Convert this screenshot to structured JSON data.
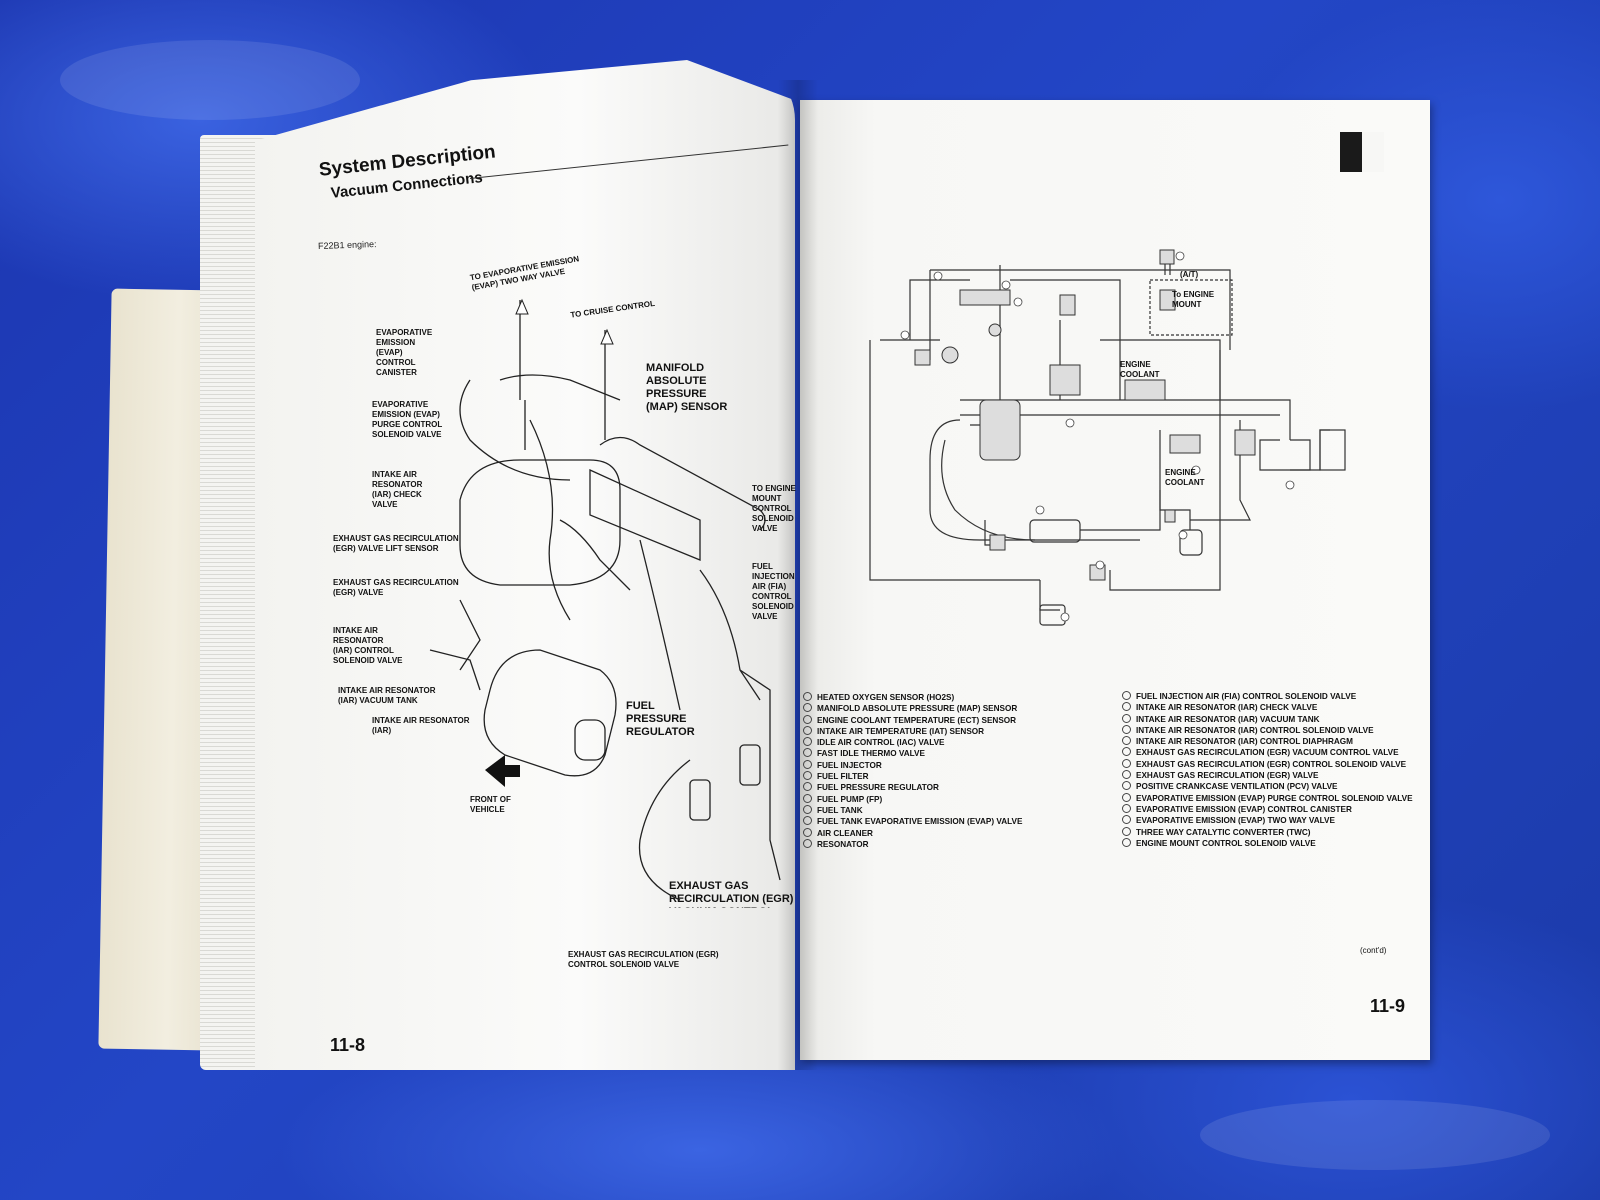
{
  "left_page": {
    "title": "System Description",
    "subtitle": "Vacuum Connections",
    "engine": "F22B1 engine:",
    "page_number": "11-8",
    "labels": {
      "evap_two_way": "To EVAPORATIVE EMISSION (EVAP) TWO WAY VALVE",
      "cruise": "To CRUISE CONTROL",
      "canister": "EVAPORATIVE EMISSION (EVAP) CONTROL CANISTER",
      "map": "MANIFOLD ABSOLUTE PRESSURE (MAP) SENSOR",
      "purge": "EVAPORATIVE EMISSION (EVAP) PURGE CONTROL SOLENOID VALVE",
      "iar_check": "INTAKE AIR RESONATOR (IAR) CHECK VALVE",
      "engine_mount": "To ENGINE MOUNT CONTROL SOLENOID VALVE",
      "egr_lift": "EXHAUST GAS RECIRCULATION (EGR) VALVE LIFT SENSOR",
      "egr_valve": "EXHAUST GAS RECIRCULATION (EGR) VALVE",
      "fia": "FUEL INJECTION AIR (FIA) CONTROL SOLENOID VALVE",
      "iar_solenoid": "INTAKE AIR RESONATOR (IAR) CONTROL SOLENOID VALVE",
      "iar_tank": "INTAKE AIR RESONATOR (IAR) VACUUM TANK",
      "iar": "INTAKE AIR RESONATOR (IAR)",
      "fuel_reg": "FUEL PRESSURE REGULATOR",
      "front": "FRONT OF VEHICLE",
      "egr_vac": "EXHAUST GAS RECIRCULATION (EGR) VACUUM CONTROL VALVE",
      "egr_sol": "EXHAUST GAS RECIRCULATION (EGR) CONTROL SOLENOID VALVE"
    }
  },
  "right_page": {
    "page_number": "11-9",
    "contd": "(cont'd)",
    "diagram_labels": {
      "at": "(A/T)",
      "to_engine_mount": "To ENGINE MOUNT",
      "engine_coolant_1": "ENGINE COOLANT",
      "engine_coolant_2": "ENGINE COOLANT"
    },
    "legend_left": [
      "HEATED OXYGEN SENSOR (HO2S)",
      "MANIFOLD ABSOLUTE PRESSURE (MAP) SENSOR",
      "ENGINE COOLANT TEMPERATURE (ECT) SENSOR",
      "INTAKE AIR TEMPERATURE (IAT) SENSOR",
      "IDLE AIR CONTROL (IAC) VALVE",
      "FAST IDLE THERMO VALVE",
      "FUEL INJECTOR",
      "FUEL FILTER",
      "FUEL PRESSURE REGULATOR",
      "FUEL PUMP (FP)",
      "FUEL TANK",
      "FUEL TANK EVAPORATIVE EMISSION (EVAP) VALVE",
      "AIR CLEANER",
      "RESONATOR"
    ],
    "legend_right": [
      "FUEL INJECTION AIR (FIA) CONTROL SOLENOID VALVE",
      "INTAKE AIR RESONATOR (IAR) CHECK VALVE",
      "INTAKE AIR RESONATOR (IAR) VACUUM TANK",
      "INTAKE AIR RESONATOR (IAR) CONTROL SOLENOID VALVE",
      "INTAKE AIR RESONATOR (IAR) CONTROL DIAPHRAGM",
      "EXHAUST GAS RECIRCULATION (EGR) VACUUM CONTROL VALVE",
      "EXHAUST GAS RECIRCULATION (EGR) CONTROL SOLENOID VALVE",
      "EXHAUST GAS RECIRCULATION (EGR) VALVE",
      "POSITIVE CRANKCASE VENTILATION (PCV) VALVE",
      "EVAPORATIVE EMISSION (EVAP) PURGE CONTROL SOLENOID VALVE",
      "EVAPORATIVE EMISSION (EVAP) CONTROL CANISTER",
      "EVAPORATIVE EMISSION (EVAP) TWO WAY VALVE",
      "THREE WAY CATALYTIC CONVERTER (TWC)",
      "ENGINE MOUNT CONTROL SOLENOID VALVE"
    ]
  }
}
